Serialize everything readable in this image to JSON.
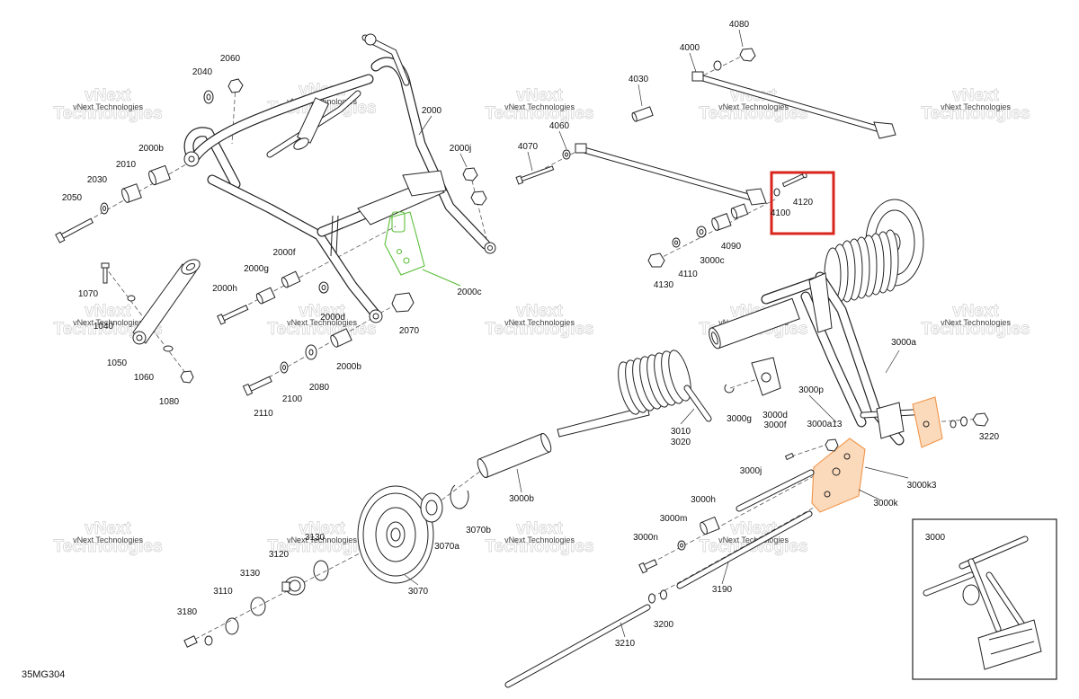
{
  "diagram_code": "35MG304",
  "inset_label": "3000",
  "watermark": {
    "small": "vNext Technologies",
    "big_line1": "vNext",
    "big_line2": "Technologies"
  },
  "colors": {
    "highlight": "#d9251c",
    "part_2000c": "#5cbf3a",
    "part_3000k": "#f0954a",
    "line": "#222222"
  },
  "callouts": [
    "4080",
    "4000",
    "4030",
    "4060",
    "4070",
    "4120",
    "4100",
    "4090",
    "3000c",
    "4110",
    "4130",
    "2060",
    "2040",
    "2000",
    "2000b",
    "2000j",
    "2010",
    "2030",
    "2050",
    "2000f",
    "2000g",
    "2000c",
    "1070",
    "2000h",
    "2000d",
    "1040",
    "1050",
    "2070",
    "2000b",
    "1060",
    "1080",
    "2080",
    "2100",
    "2110",
    "3000a",
    "3000p",
    "3000g",
    "3000d",
    "3000f",
    "3000a13",
    "3220",
    "3010",
    "3020",
    "3000j",
    "3000k3",
    "3000b",
    "3000k",
    "3000h",
    "3000m",
    "3000n",
    "3070b",
    "3070a",
    "3130",
    "3120",
    "3130",
    "3110",
    "3070",
    "3190",
    "3180",
    "3200",
    "3210"
  ]
}
